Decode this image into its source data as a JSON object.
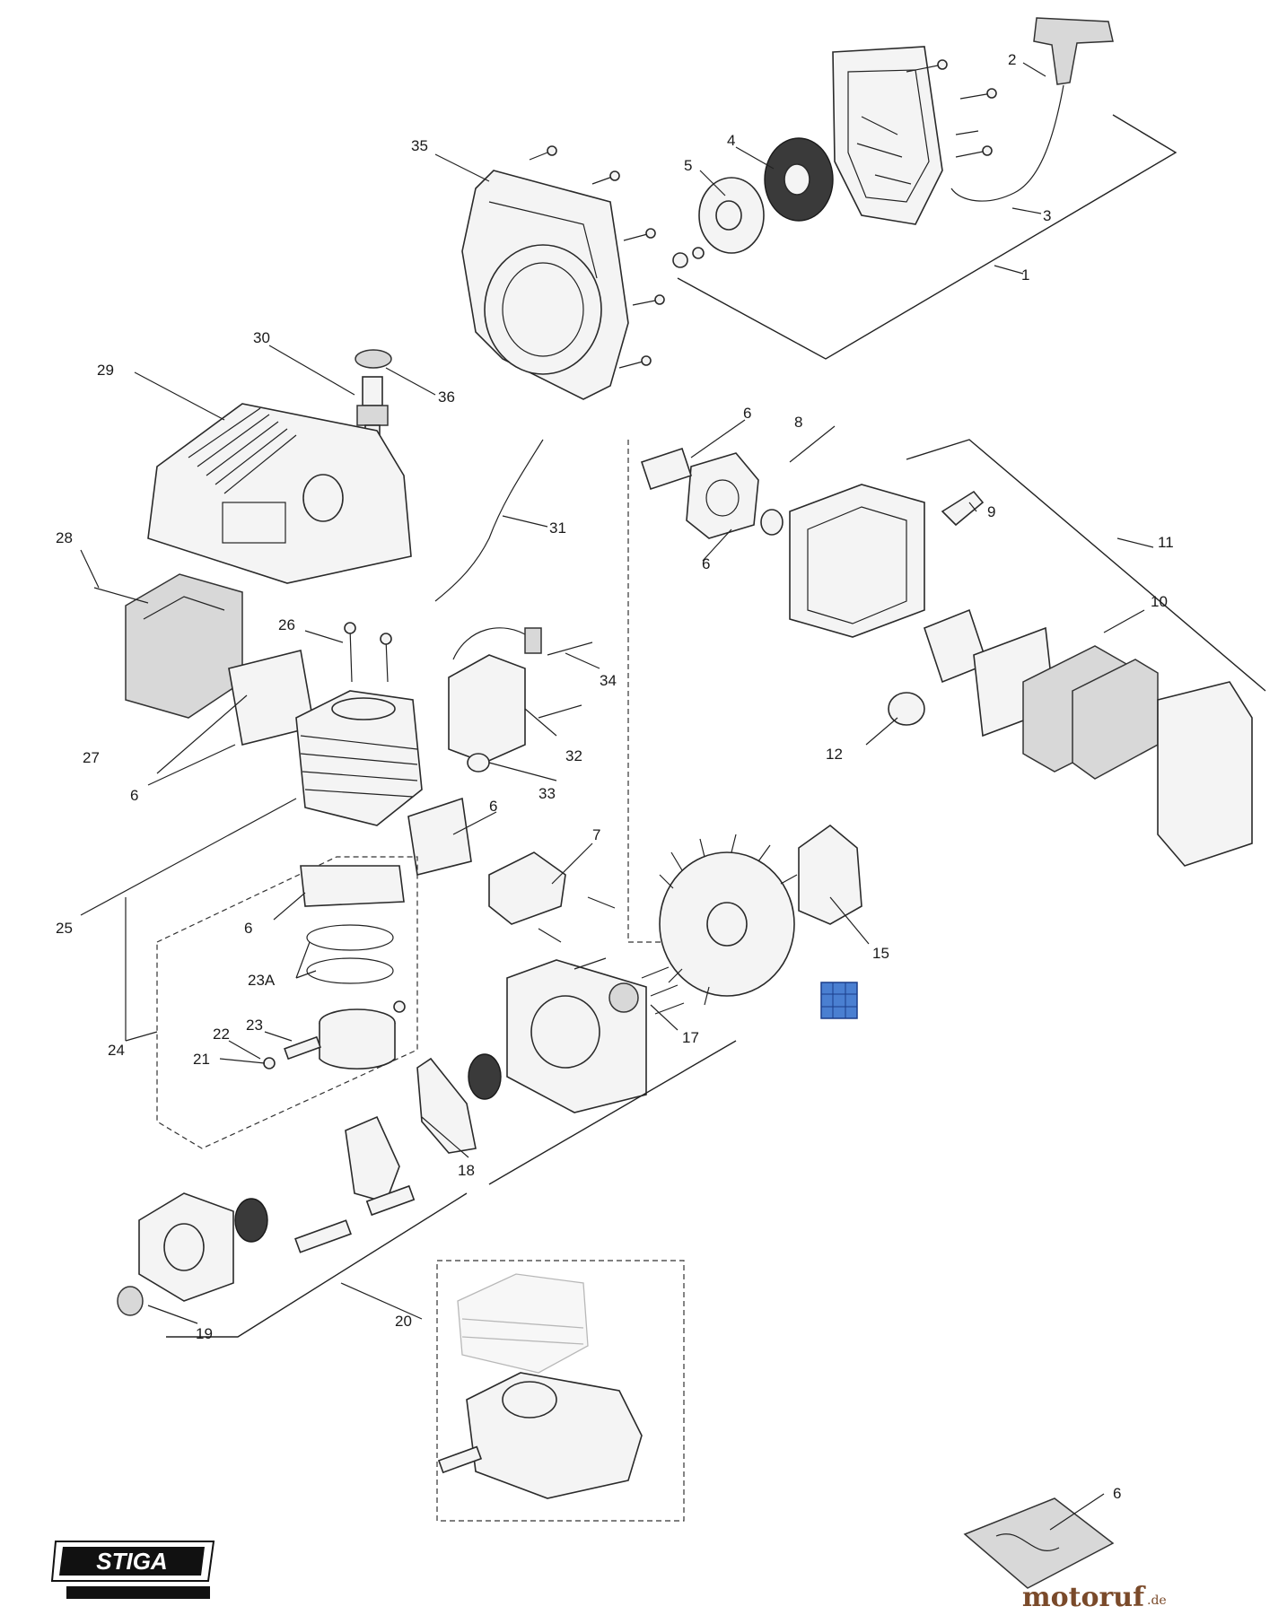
{
  "callouts": [
    "1",
    "2",
    "3",
    "4",
    "5",
    "35",
    "30",
    "36",
    "29",
    "6",
    "8",
    "31",
    "9",
    "11",
    "28",
    "26",
    "34",
    "10",
    "27",
    "12",
    "32",
    "33",
    "7",
    "25",
    "15",
    "23A",
    "24",
    "22",
    "23",
    "21",
    "17",
    "18",
    "19",
    "20"
  ],
  "brand": {
    "logo_text": "STIGA",
    "watermark_main": "motoruf",
    "watermark_suffix": ".de"
  },
  "colors": {
    "line": "#222222",
    "highlight": "#4a7fd1",
    "watermark": "#7a4a2a"
  }
}
